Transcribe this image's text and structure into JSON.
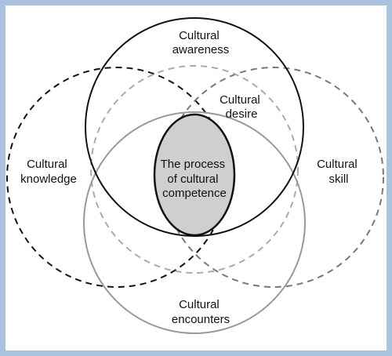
{
  "colors": {
    "frame": "#a9c2de",
    "awareness_stroke": "#111111",
    "knowledge_stroke": "#111111",
    "desire_stroke": "#aaaaaa",
    "skill_stroke": "#777777",
    "encounters_stroke": "#999999",
    "center_fill": "#cfcfd1",
    "center_stroke": "#111111"
  },
  "labels": {
    "awareness": [
      "Cultural",
      "awareness"
    ],
    "desire": [
      "Cultural",
      "desire"
    ],
    "knowledge": [
      "Cultural",
      "knowledge"
    ],
    "skill": [
      "Cultural",
      "skill"
    ],
    "encounters": [
      "Cultural",
      "encounters"
    ],
    "center": [
      "The process",
      "of cultural",
      "competence"
    ]
  }
}
